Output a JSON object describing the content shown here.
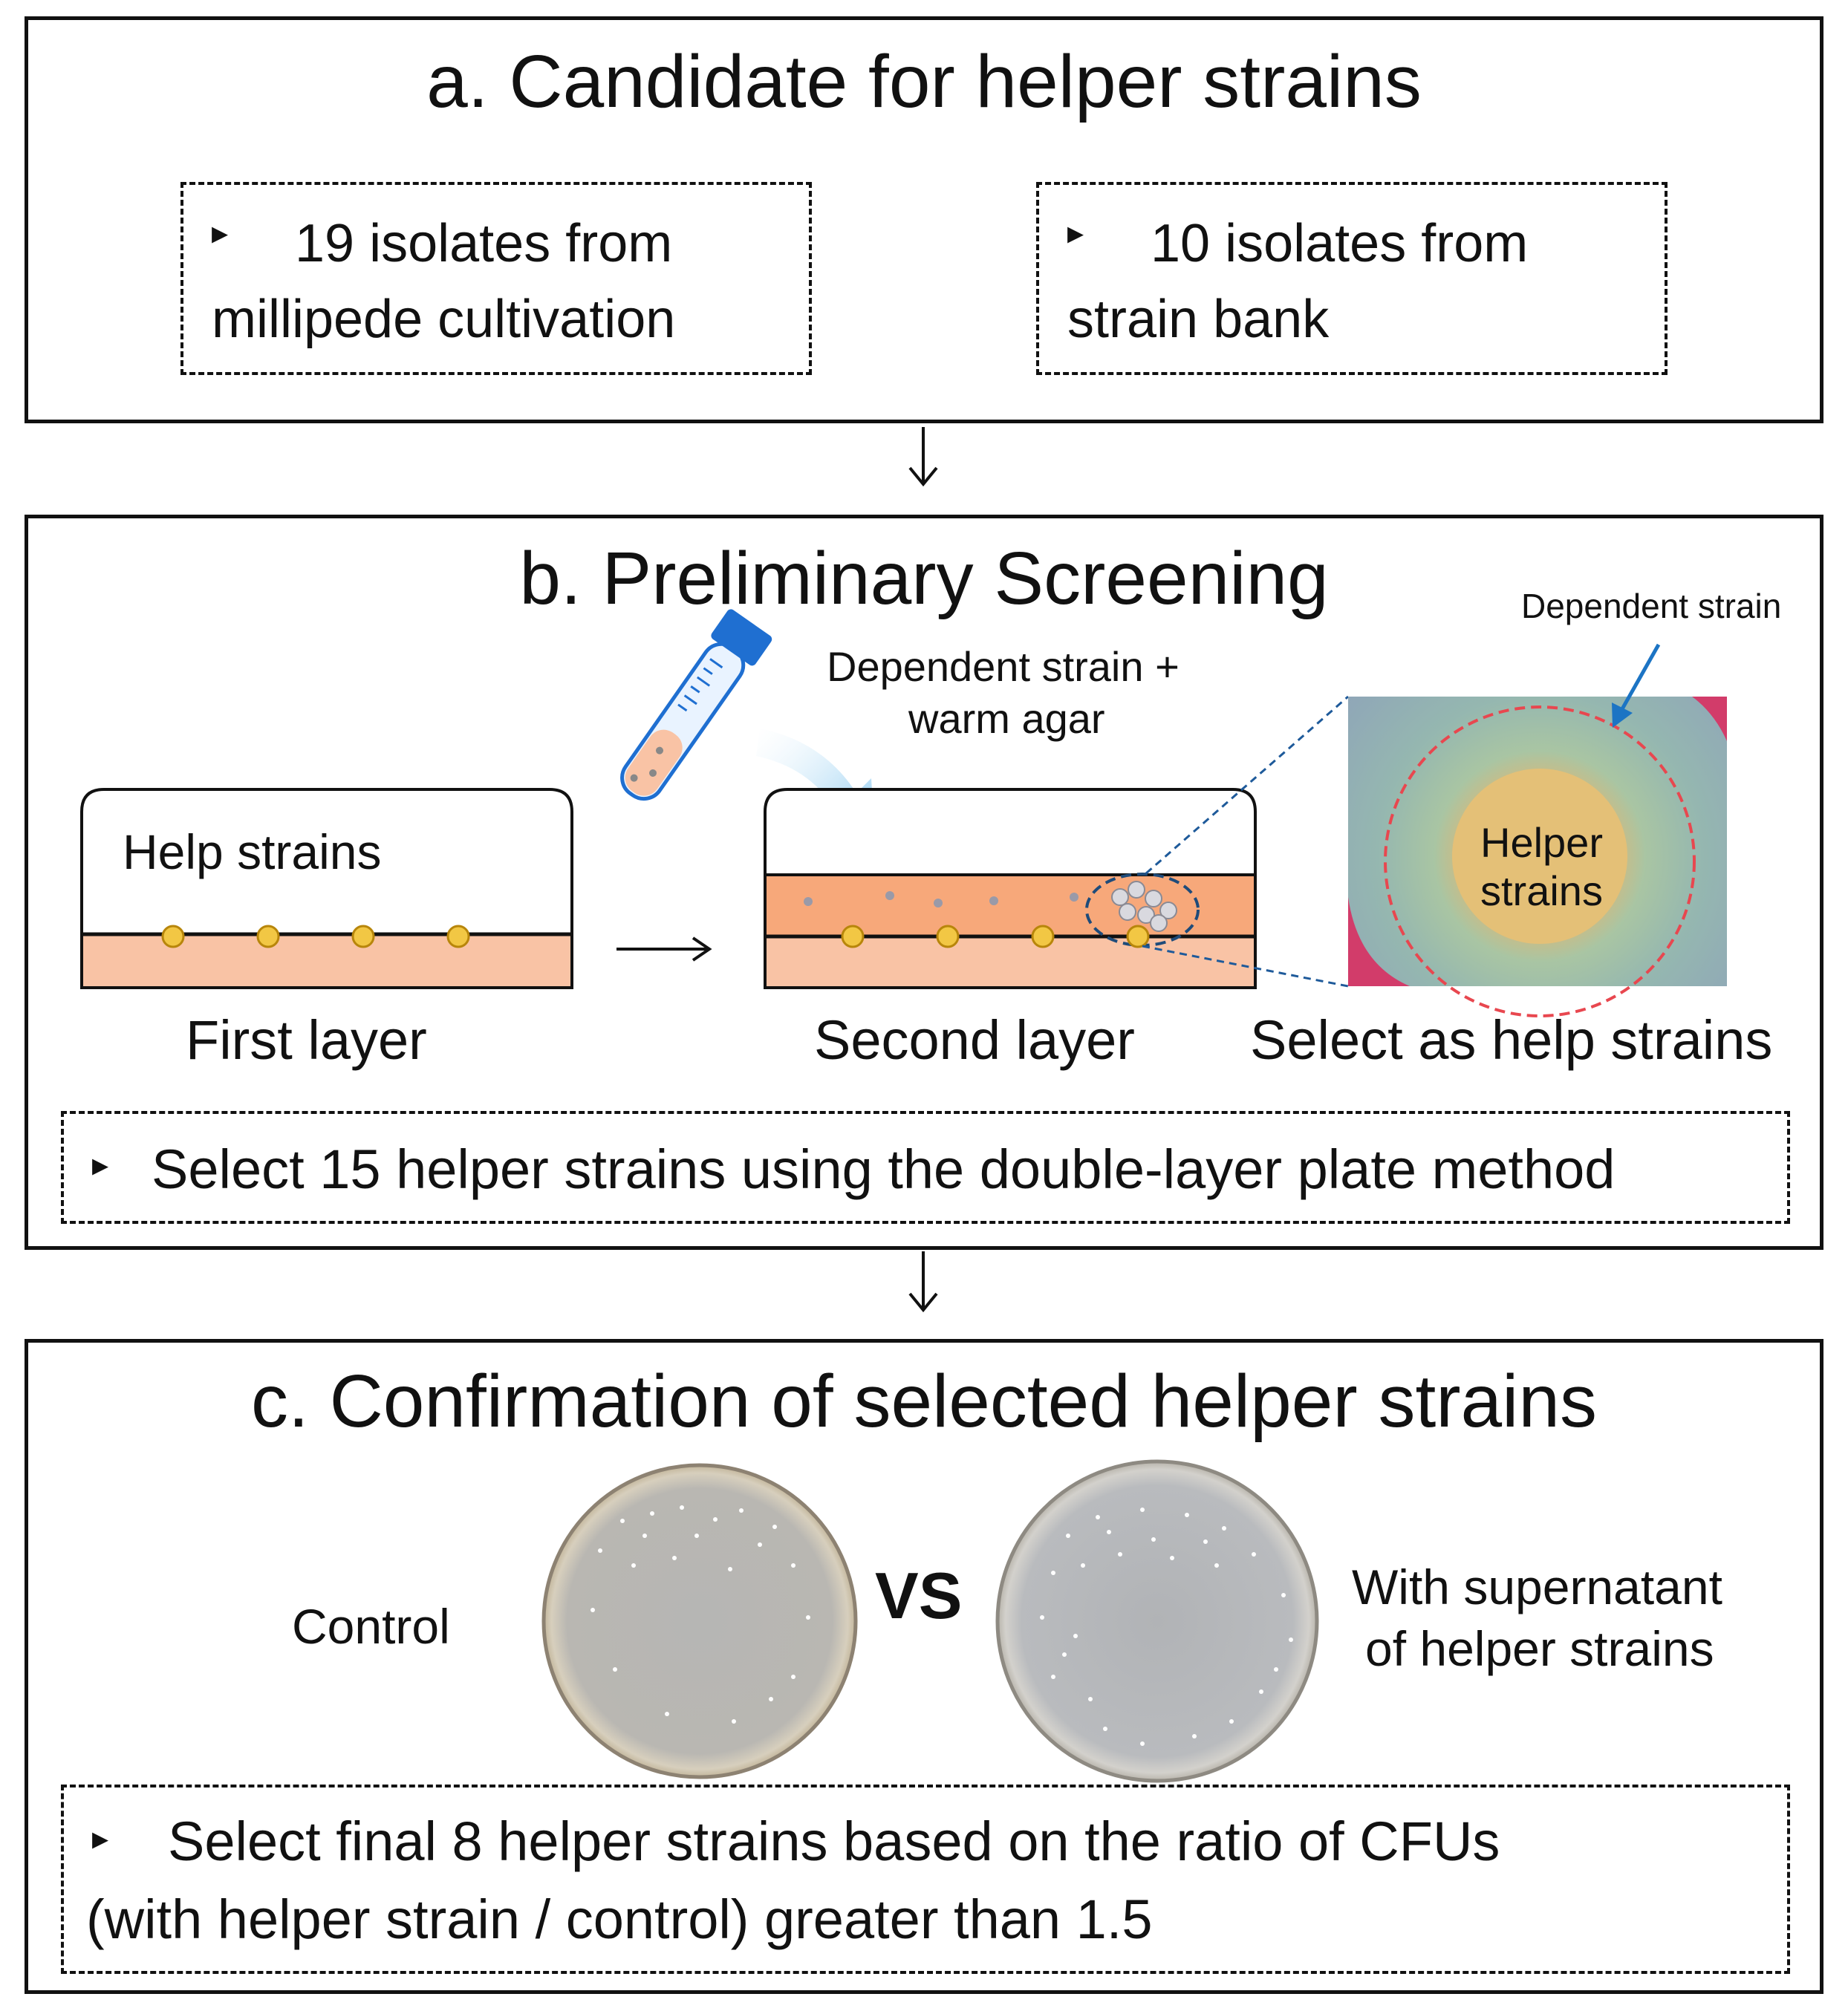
{
  "panel_a": {
    "title": "a. Candidate for helper strains",
    "box1_line1": "19 isolates from",
    "box1_line2": "millipede cultivation",
    "box2_line1": "10 isolates from",
    "box2_line2": "strain bank"
  },
  "panel_b": {
    "title": "b. Preliminary Screening",
    "plate1_label": "Help strains",
    "first_layer": "First layer",
    "tube_label_line1": "Dependent strain +",
    "tube_label_line2": "warm agar",
    "second_layer": "Second layer",
    "photo_pointer_label": "Dependent strain",
    "photo_center_line1": "Helper",
    "photo_center_line2": "strains",
    "select_label": "Select as help strains",
    "summary": "Select 15 helper strains using the double-layer plate method"
  },
  "panel_c": {
    "title": "c. Confirmation of selected helper strains",
    "control": "Control",
    "vs": "VS",
    "with_line1": "With supernatant",
    "with_line2": "of helper strains",
    "summary_line1": "Select final 8 helper strains based on the ratio of CFUs",
    "summary_line2": "(with helper strain / control) greater than 1.5"
  },
  "bullet_glyph": "▸",
  "colors": {
    "agar": "#f9c3a5",
    "agar_top": "#f7a87a",
    "colony": "#f2c744",
    "arrow_blue": "#1c74c4",
    "tube_cap": "#1f6fd1",
    "ring_red": "#e8474f"
  }
}
